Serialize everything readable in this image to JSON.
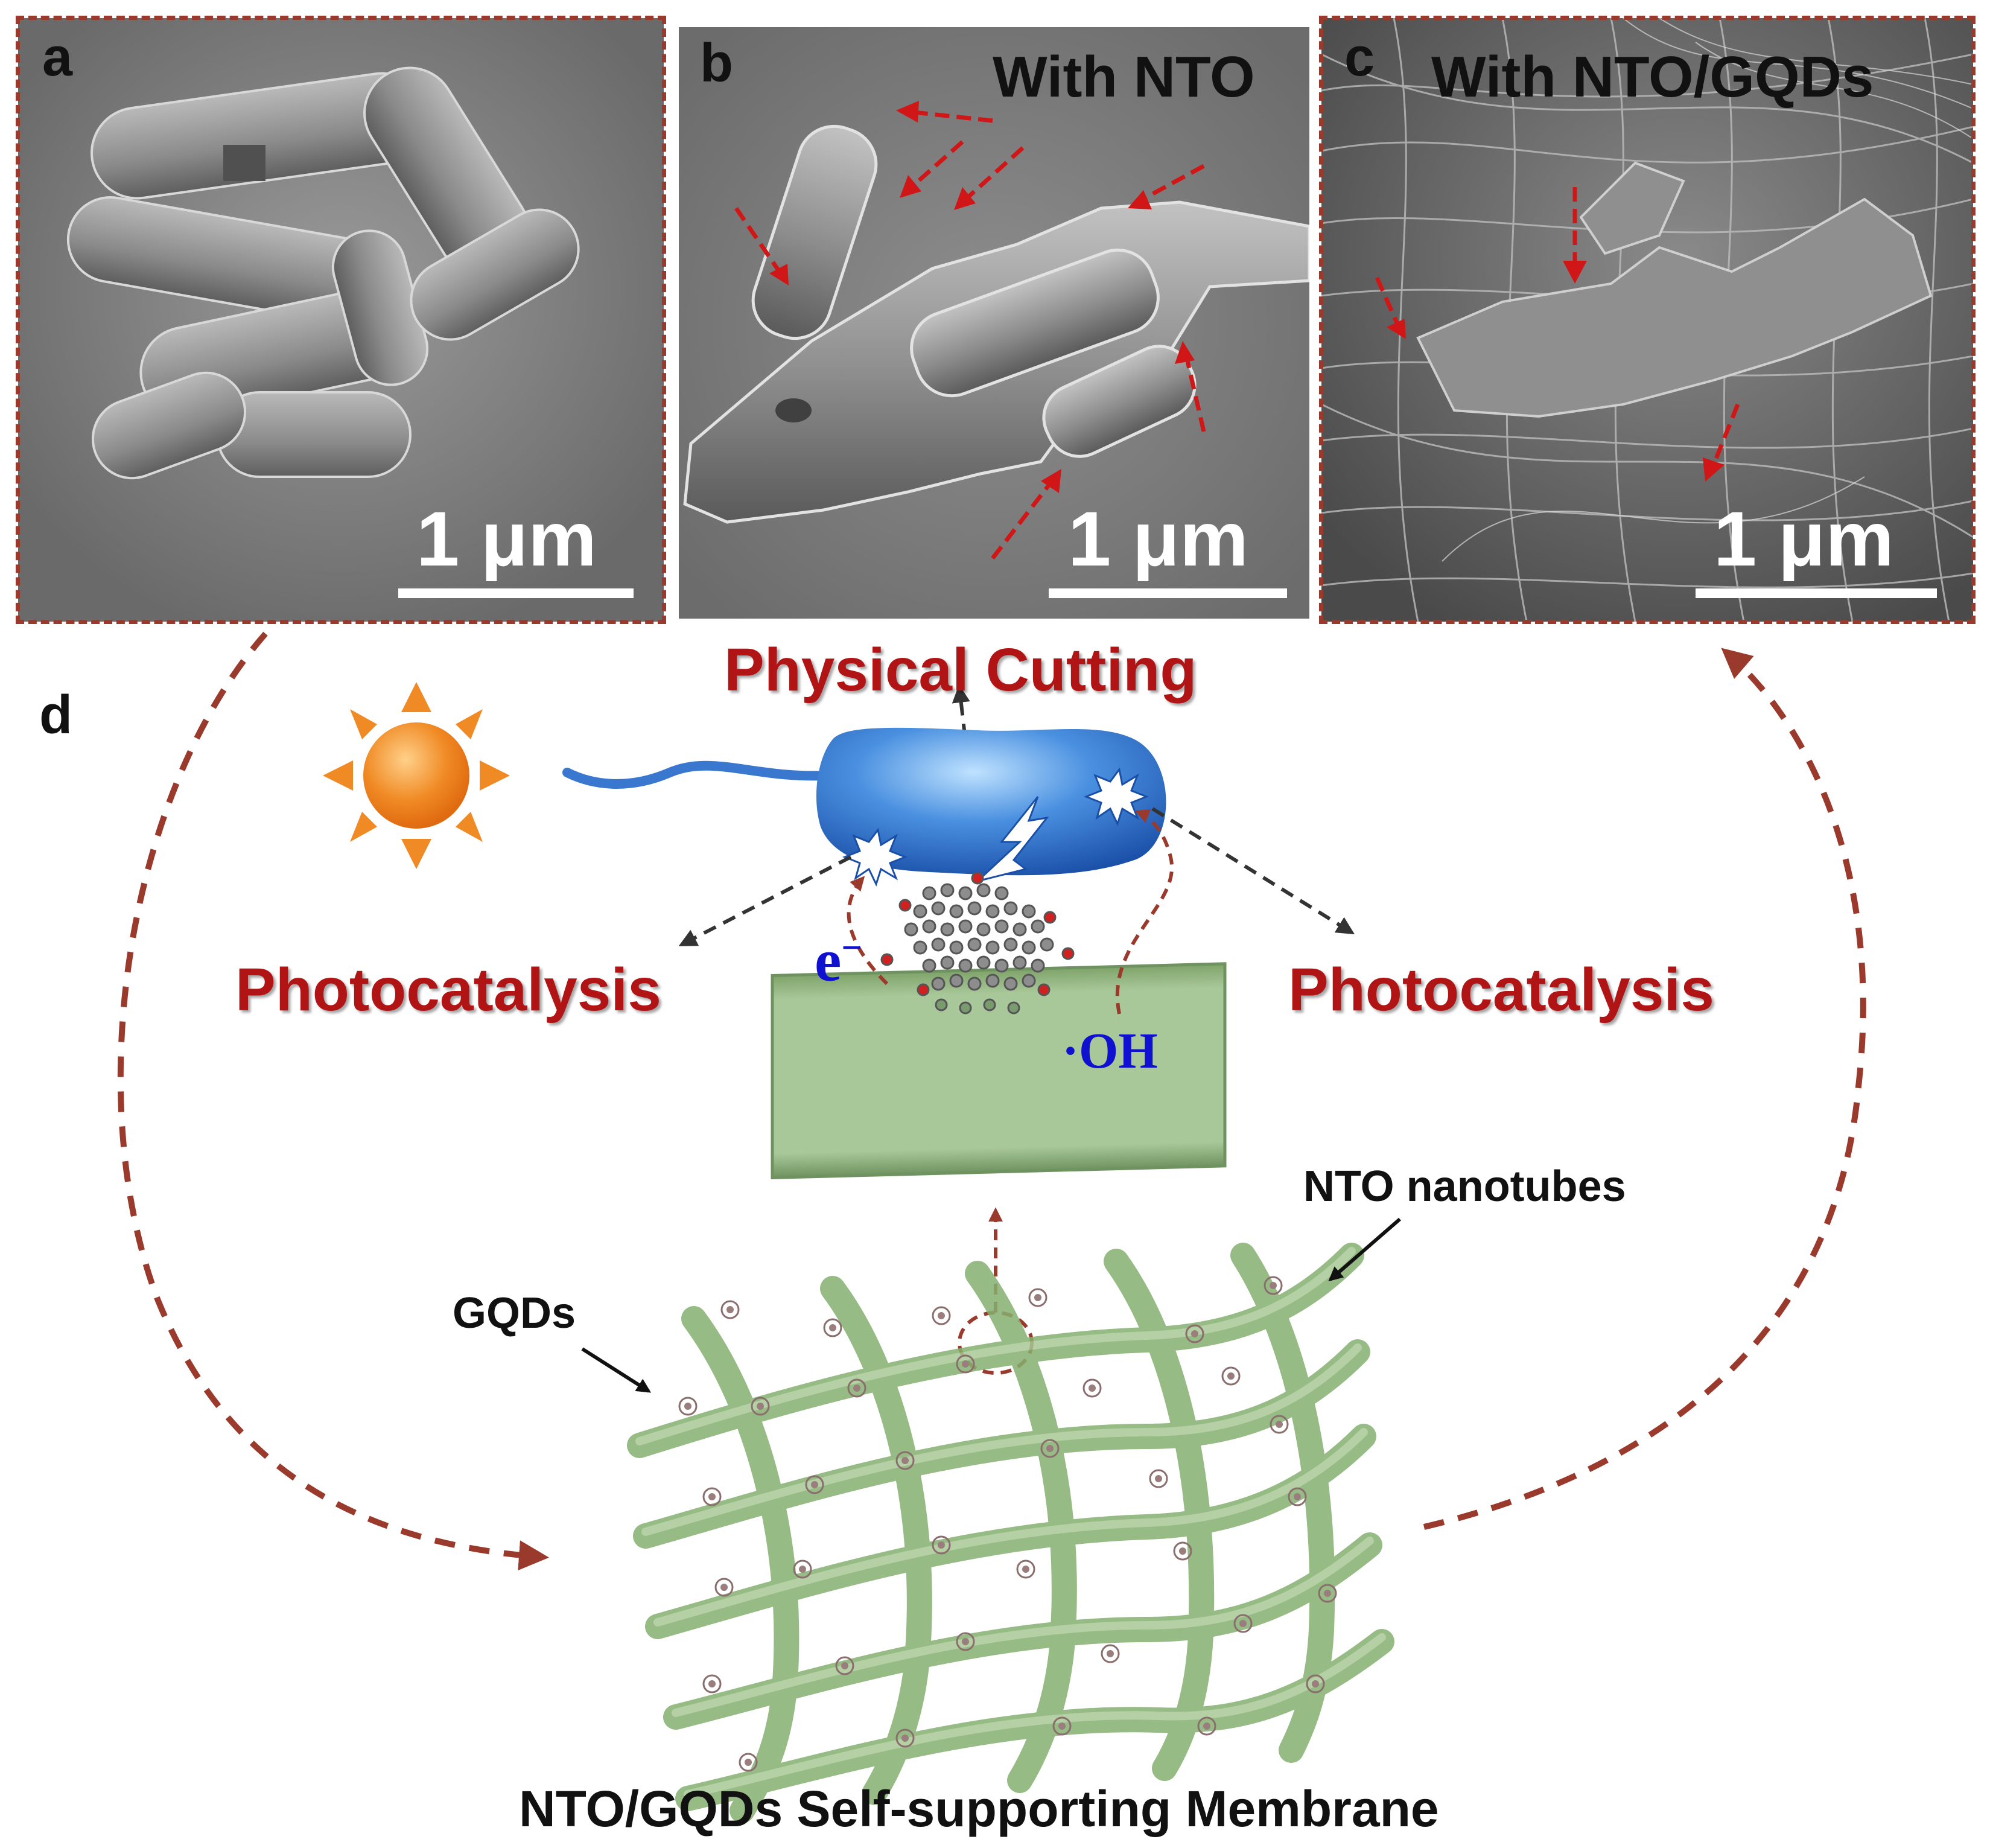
{
  "panels": [
    {
      "letter": "a",
      "title": "",
      "scale": "1 μm"
    },
    {
      "letter": "b",
      "title": "With NTO",
      "scale": "1 μm"
    },
    {
      "letter": "c",
      "title": "With NTO/GQDs",
      "scale": "1 μm"
    }
  ],
  "schematic": {
    "letter": "d",
    "physical_cutting": "Physical Cutting",
    "photocatalysis_left": "Photocatalysis",
    "photocatalysis_right": "Photocatalysis",
    "electron": "e",
    "electron_sup": "−",
    "hydroxyl": "·OH",
    "nto_label": "NTO nanotubes",
    "gqd_label": "GQDs",
    "membrane_label": "NTO/GQDs Self-supporting Membrane"
  },
  "colors": {
    "frame": "#9a3a2c",
    "accent_red": "#b01414",
    "label_blue": "#1010d0",
    "tube_green": "#8fb77a",
    "bacterium_blue": "#3a78d0",
    "sun_orange": "#f08a24"
  }
}
